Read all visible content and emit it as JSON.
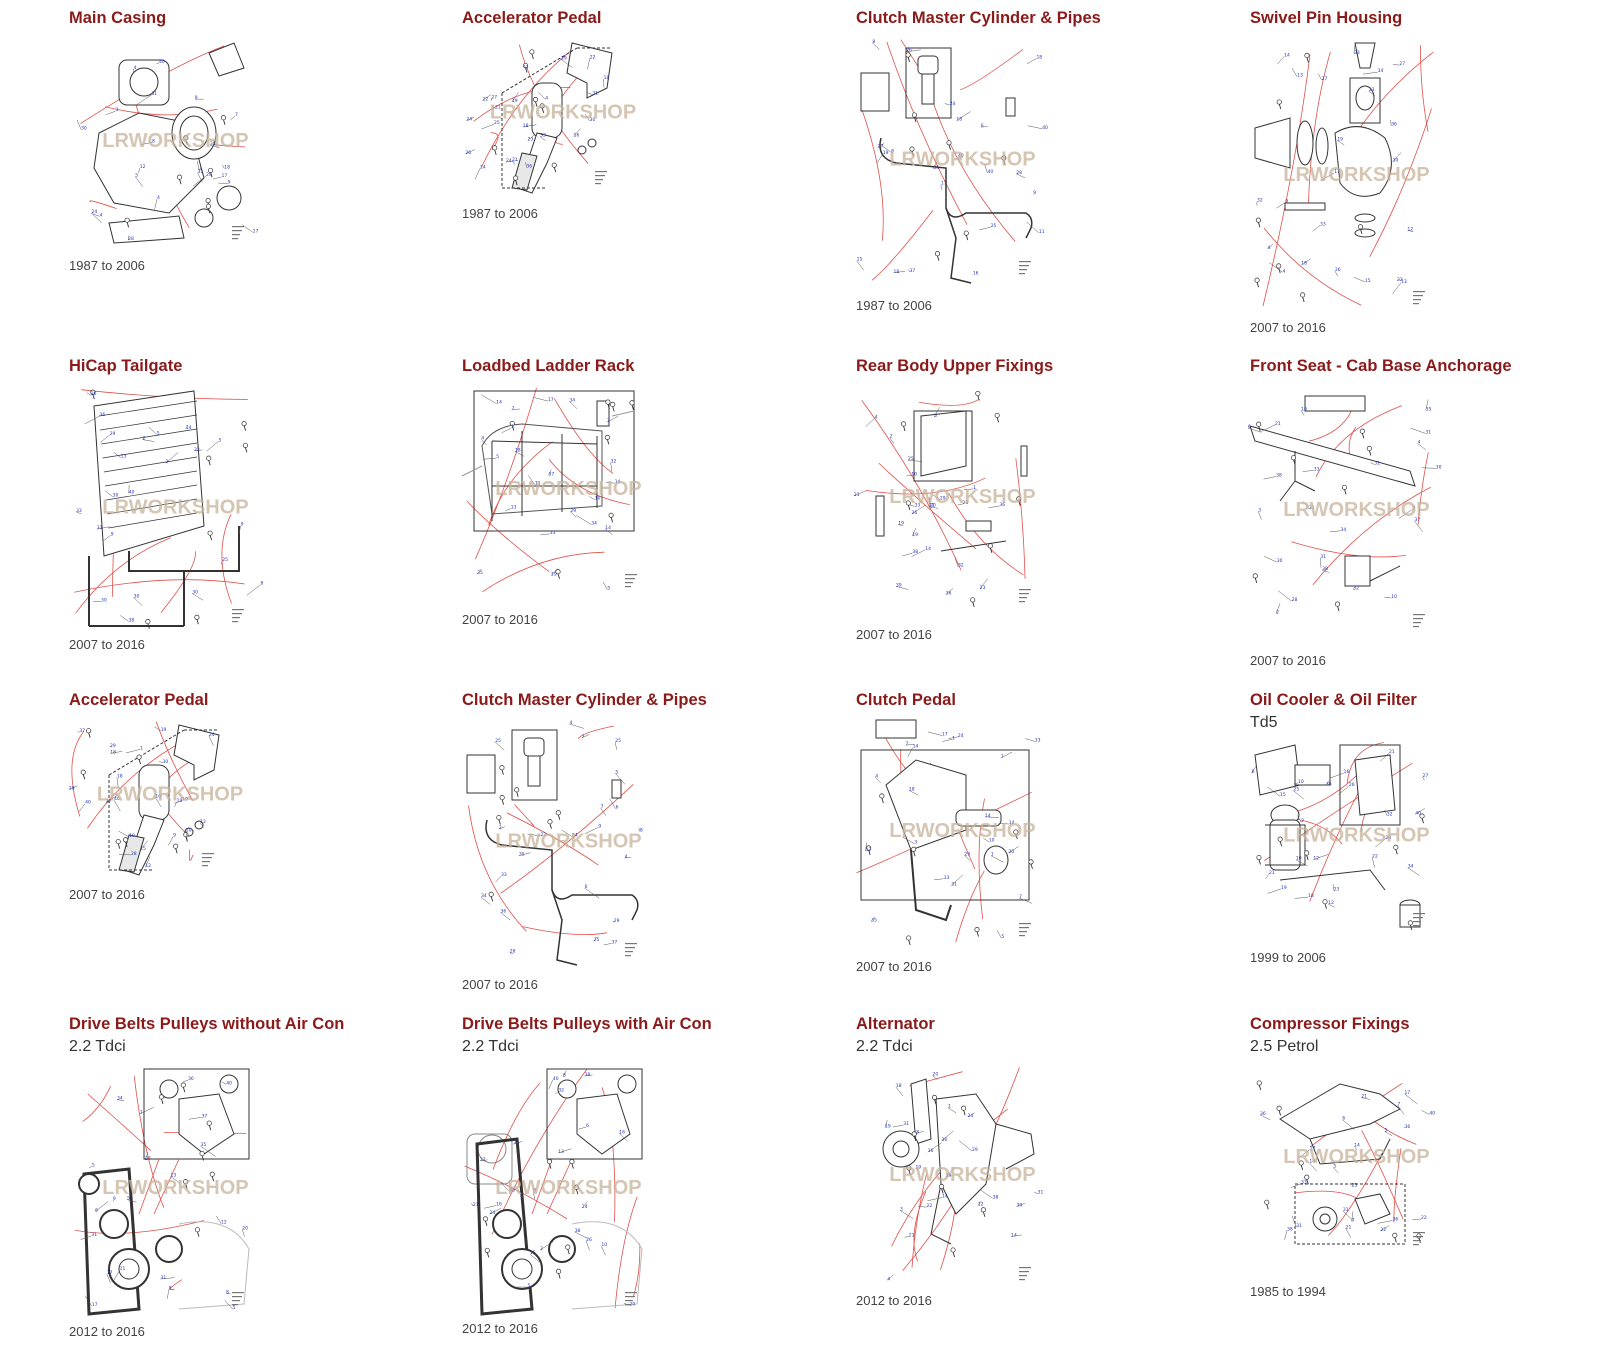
{
  "watermark": "LRWORKSHOP",
  "colors": {
    "title": "#8b1a1a",
    "leader_red": "#e0504a",
    "callout_blue": "#2233bb"
  },
  "cards": [
    {
      "id": "main-casing",
      "title": "Main Casing",
      "subtitle": "",
      "years": "1987 to 2006",
      "icon": "transfer-box-casing-diagram"
    },
    {
      "id": "accelerator-pedal-1",
      "title": "Accelerator Pedal",
      "subtitle": "",
      "years": "1987 to 2006",
      "icon": "accelerator-pedal-diagram"
    },
    {
      "id": "clutch-master-1",
      "title": "Clutch Master Cylinder & Pipes",
      "subtitle": "",
      "years": "1987 to 2006",
      "icon": "clutch-master-cylinder-diagram"
    },
    {
      "id": "swivel-pin",
      "title": "Swivel Pin Housing",
      "subtitle": "",
      "years": "2007 to 2016",
      "icon": "swivel-pin-housing-diagram"
    },
    {
      "id": "hicap-tailgate",
      "title": "HiCap Tailgate",
      "subtitle": "",
      "years": "2007 to 2016",
      "icon": "tailgate-diagram"
    },
    {
      "id": "ladder-rack",
      "title": "Loadbed Ladder Rack",
      "subtitle": "",
      "years": "2007 to 2016",
      "icon": "ladder-rack-diagram"
    },
    {
      "id": "rear-body-fixings",
      "title": "Rear Body Upper Fixings",
      "subtitle": "",
      "years": "2007 to 2016",
      "icon": "body-fixings-diagram"
    },
    {
      "id": "front-seat-anchorage",
      "title": "Front Seat - Cab Base Anchorage",
      "subtitle": "",
      "years": "2007 to 2016",
      "icon": "seat-anchorage-diagram"
    },
    {
      "id": "accelerator-pedal-2",
      "title": "Accelerator Pedal",
      "subtitle": "",
      "years": "2007 to 2016",
      "icon": "accelerator-pedal-diagram"
    },
    {
      "id": "clutch-master-2",
      "title": "Clutch Master Cylinder & Pipes",
      "subtitle": "",
      "years": "2007 to 2016",
      "icon": "clutch-master-cylinder-diagram"
    },
    {
      "id": "clutch-pedal",
      "title": "Clutch Pedal",
      "subtitle": "",
      "years": "2007 to 2016",
      "icon": "clutch-pedal-diagram"
    },
    {
      "id": "oil-cooler",
      "title": "Oil Cooler & Oil Filter",
      "subtitle": "Td5",
      "years": "1999 to 2006",
      "icon": "oil-cooler-filter-diagram"
    },
    {
      "id": "drive-belts-no-ac",
      "title": "Drive Belts Pulleys without Air Con",
      "subtitle": "2.2 Tdci",
      "years": "2012 to 2016",
      "icon": "drive-belt-pulleys-diagram"
    },
    {
      "id": "drive-belts-ac",
      "title": "Drive Belts Pulleys with Air Con",
      "subtitle": "2.2 Tdci",
      "years": "2012 to 2016",
      "icon": "drive-belt-pulleys-ac-diagram"
    },
    {
      "id": "alternator",
      "title": "Alternator",
      "subtitle": "2.2 Tdci",
      "years": "2012 to 2016",
      "icon": "alternator-diagram"
    },
    {
      "id": "compressor-fixings",
      "title": "Compressor Fixings",
      "subtitle": "2.5 Petrol",
      "years": "1985 to 1994",
      "icon": "compressor-fixings-diagram"
    }
  ]
}
